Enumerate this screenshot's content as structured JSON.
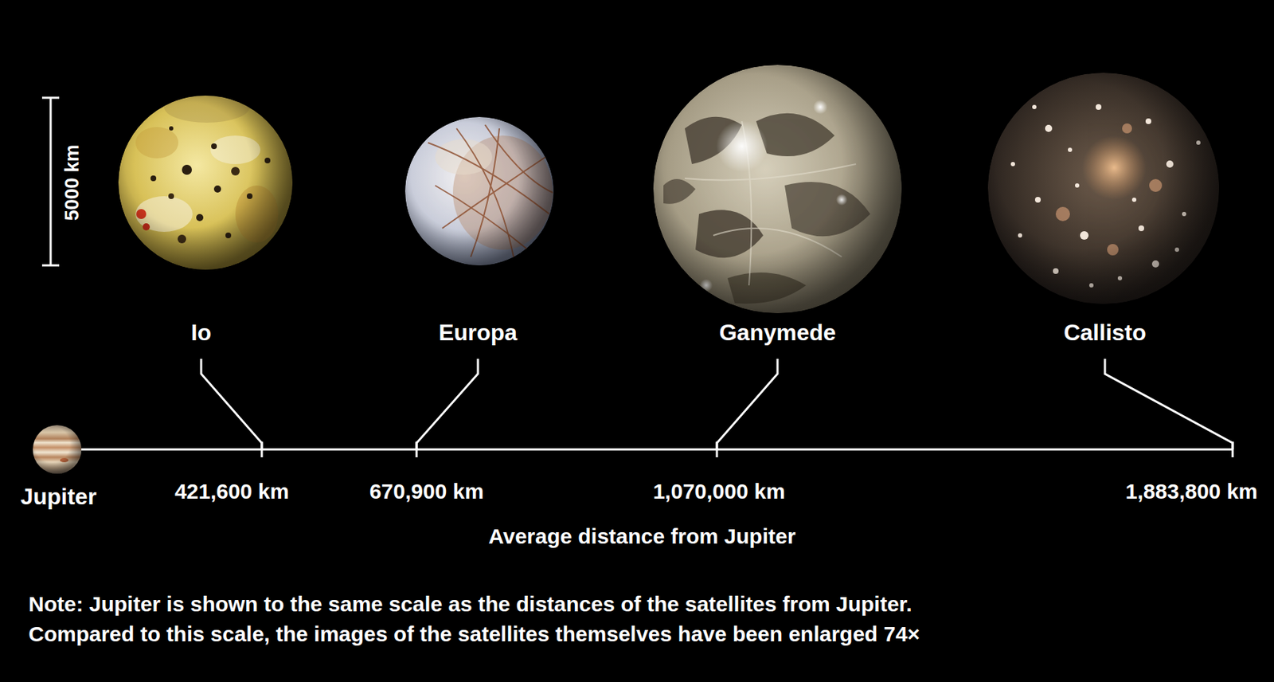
{
  "diagram": {
    "nodes": [
      {
        "text": [
          "Jupiter"
        ]
      },
      {
        "text": [
          "Io"
        ]
      },
      {
        "text": [
          "Europa"
        ]
      },
      {
        "text": [
          "Ganymede"
        ]
      },
      {
        "text": [
          "Callisto"
        ]
      }
    ],
    "labels": [
      "5000 km",
      "421,600 km",
      "670,900 km",
      "1,070,000 km",
      "1,883,800 km",
      "Average distance from Jupiter",
      "Note: Jupiter is shown to the same scale as the distances of the satellites from Jupiter.",
      "Compared to this scale, the images of the satellites themselves have been enlarged 74×"
    ]
  }
}
